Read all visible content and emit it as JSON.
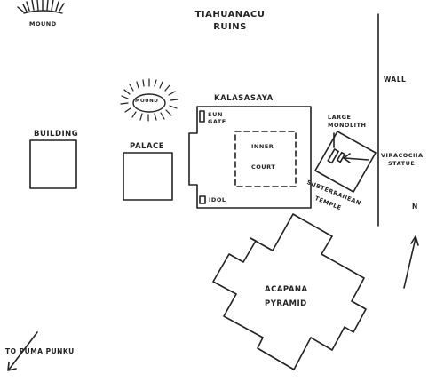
{
  "title_line1": "TIAHUANACU",
  "title_line2": "RUINS",
  "labels": {
    "mound_top": "MOUND",
    "mound_mid": "MOUND",
    "wall": "WALL",
    "kalasasaya": "KALASASAYA",
    "sun_gate_line1": "SUN",
    "sun_gate_line2": "GATE",
    "inner_court_line1": "INNER",
    "inner_court_line2": "COURT",
    "idol": "IDOL",
    "building": "BUILDING",
    "palace": "PALACE",
    "large_monolith_line1": "LARGE",
    "large_monolith_line2": "MONOLITH",
    "viracocha_line1": "VIRACOCHA",
    "viracocha_line2": "STATUE",
    "subterranean_line1": "SUBTERRANEAN",
    "subterranean_line2": "TEMPLE",
    "acapana_line1": "ACAPANA",
    "acapana_line2": "PYRAMID",
    "north": "N",
    "to_puma_punku": "TO PUMA PUNKU"
  },
  "colors": {
    "ink": "#222222",
    "background": "#ffffff"
  }
}
